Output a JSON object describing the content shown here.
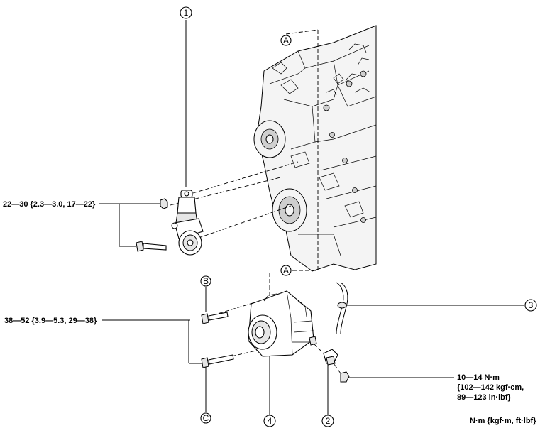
{
  "callouts": {
    "item1": "1",
    "item2": "2",
    "item3": "3",
    "item4": "4",
    "refA_top": "A",
    "refA_mid": "A",
    "refB": "B",
    "refC": "C"
  },
  "torque": {
    "tensioner": "22—30 {2.3—3.0, 17—22}",
    "generator": "38—52 {3.9—5.3, 29—38}",
    "terminal_line1": "10—14 N·m",
    "terminal_line2": "{102—142 kgf·cm,",
    "terminal_line3": "89—123 in·lbf}"
  },
  "units_legend": "N·m {kgf·m, ft·lbf}"
}
